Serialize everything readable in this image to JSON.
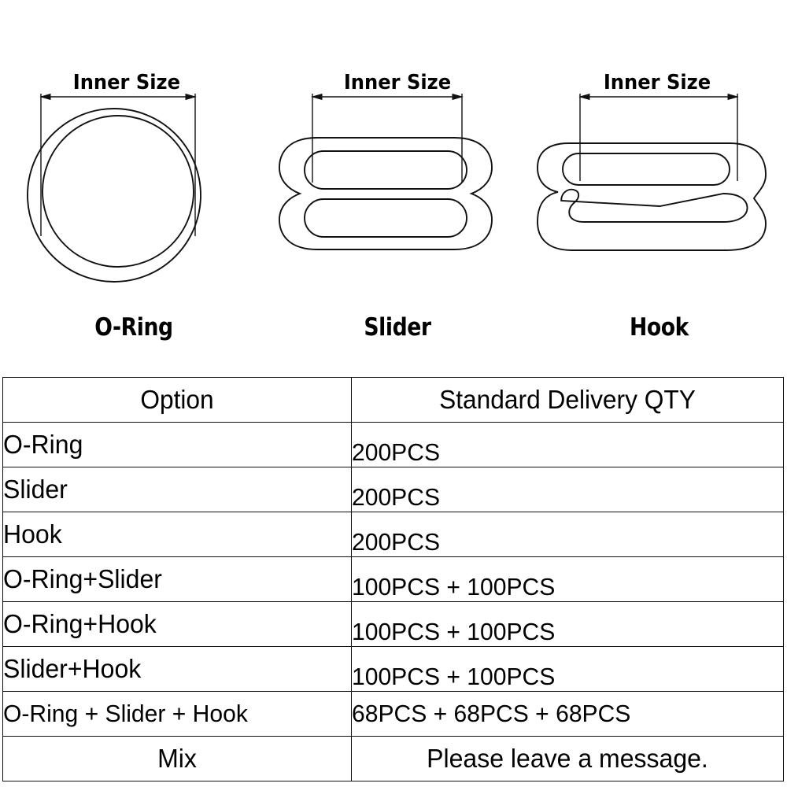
{
  "diagrams": [
    {
      "id": "o-ring",
      "label": "O-Ring",
      "dimension_label": "Inner Size",
      "shape": "two concentric circles (ring)"
    },
    {
      "id": "slider",
      "label": "Slider",
      "dimension_label": "Inner Size",
      "shape": "figure-eight slider with two rounded slots"
    },
    {
      "id": "hook",
      "label": "Hook",
      "dimension_label": "Inner Size",
      "shape": "bra hook with upper slot and lower hook bar"
    }
  ],
  "table": {
    "headers": [
      "Option",
      "Standard Delivery QTY"
    ],
    "rows": [
      {
        "option": "O-Ring",
        "qty": "200PCS"
      },
      {
        "option": "Slider",
        "qty": "200PCS"
      },
      {
        "option": "Hook",
        "qty": "200PCS"
      },
      {
        "option": "O-Ring+Slider",
        "qty": "100PCS + 100PCS"
      },
      {
        "option": "O-Ring+Hook",
        "qty": "100PCS + 100PCS"
      },
      {
        "option": "Slider+Hook",
        "qty": "100PCS + 100PCS"
      },
      {
        "option": "O-Ring + Slider + Hook",
        "qty": "68PCS + 68PCS + 68PCS"
      },
      {
        "option": "Mix",
        "qty": "Please leave a message."
      }
    ]
  },
  "colors": {
    "line": "#111111",
    "text": "#000000",
    "highlight": "#ee1111",
    "background": "#ffffff"
  }
}
